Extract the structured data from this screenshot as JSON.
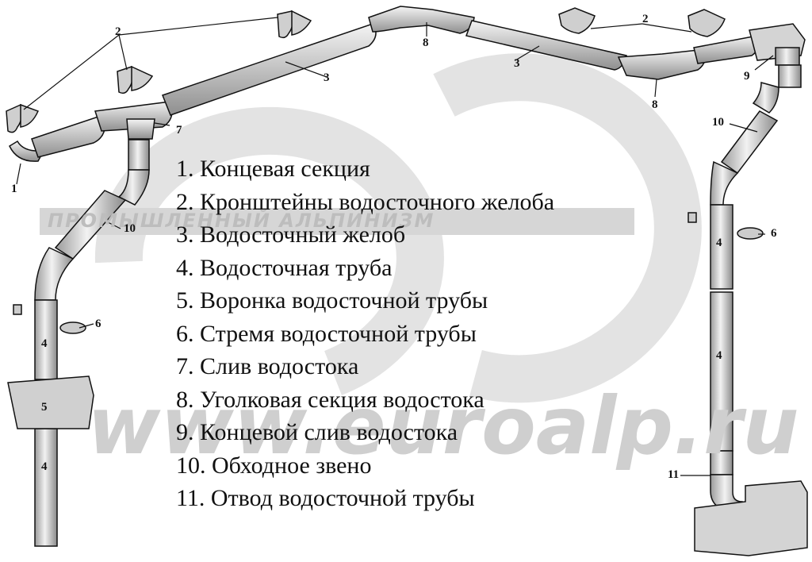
{
  "legend": [
    "1. Концевая секция",
    "2. Кронштейны водосточного желоба",
    "3. Водосточный желоб",
    "4. Водосточная труба",
    "5. Воронка водосточной трубы",
    "6. Стремя водосточной трубы",
    "7. Слив водостока",
    "8. Уголковая секция водостока",
    "9. Концевой слив водостока",
    "10. Обходное звено",
    "11. Отвод водосточной трубы"
  ],
  "callouts": {
    "c1": "1",
    "c2a": "2",
    "c2b": "2",
    "c3a": "3",
    "c3b": "3",
    "c4a": "4",
    "c4b": "4",
    "c4c": "4",
    "c4d": "4",
    "c5": "5",
    "c6a": "6",
    "c6b": "6",
    "c7": "7",
    "c8a": "8",
    "c8b": "8",
    "c9": "9",
    "c10a": "10",
    "c10b": "10",
    "c11": "11"
  },
  "watermark": {
    "band": "ПРОМЫШЛЕННЫЙ АЛЬПИНИЗМ",
    "url": "www.euroalp.ru"
  },
  "colors": {
    "line": "#111111",
    "pipe_fill": "#d9d9d9",
    "watermark": "#cfcfcf"
  }
}
